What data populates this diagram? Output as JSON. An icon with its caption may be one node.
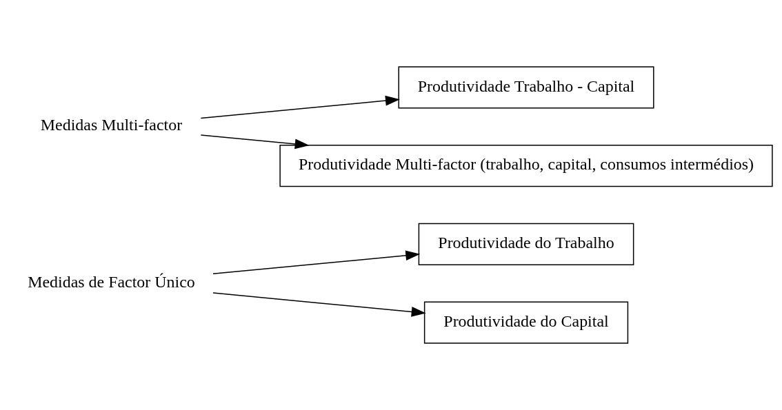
{
  "diagram": {
    "nodes": [
      {
        "text": [
          "Medidas de Factor Único"
        ]
      },
      {
        "text": [
          "Produtividade do Trabalho"
        ]
      },
      {
        "text": [
          "Produtividade do Capital"
        ]
      },
      {
        "text": [
          "Medidas Multi-factor"
        ]
      },
      {
        "text": [
          "Produtividade Trabalho - Capital"
        ]
      },
      {
        "text": [
          "Produtividade Multi-factor (trabalho, capital, consumos intermédios)"
        ]
      }
    ],
    "edges": [
      {
        "from": 0,
        "to": 1,
        "arrow": "to"
      },
      {
        "from": 0,
        "to": 2,
        "arrow": "to"
      },
      {
        "from": 3,
        "to": 4,
        "arrow": "to"
      },
      {
        "from": 3,
        "to": 5,
        "arrow": "to"
      }
    ]
  }
}
